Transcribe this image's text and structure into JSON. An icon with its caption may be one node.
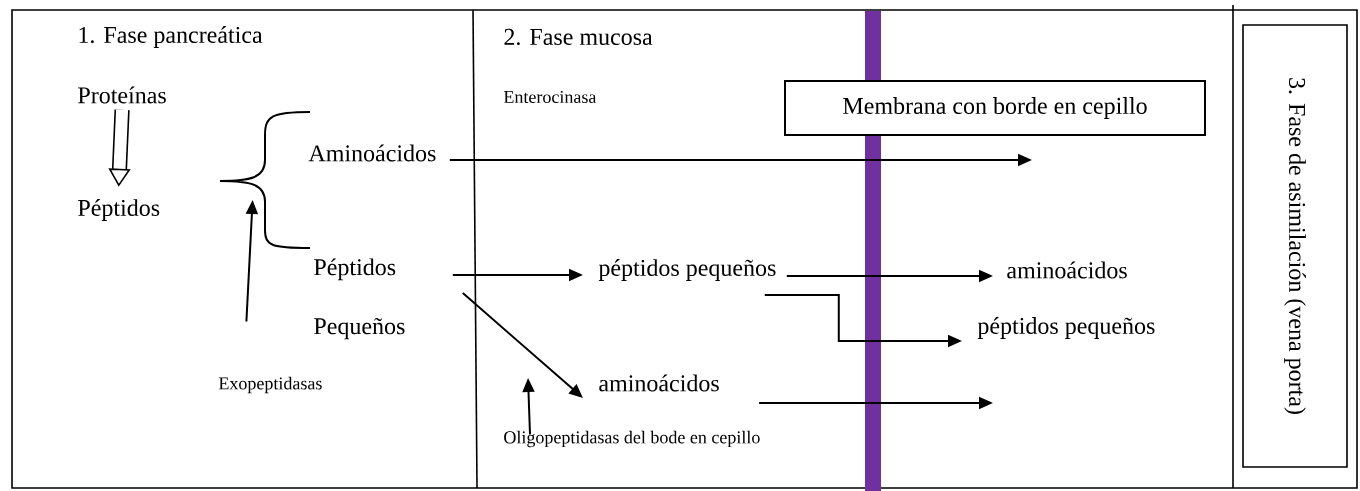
{
  "diagram": {
    "nodes": [
      {
        "text": [
          "Proteínas"
        ]
      },
      {
        "text": [
          "Péptidos"
        ]
      },
      {
        "text": [
          "Aminoácidos"
        ]
      },
      {
        "text": [
          "Péptidos Pequeños"
        ]
      },
      {
        "text": [
          "Exopeptidasas"
        ]
      },
      {
        "text": [
          "péptidos pequeños"
        ]
      },
      {
        "text": [
          "aminoácidos"
        ]
      },
      {
        "text": [
          "Oligopeptidasas del bode en cepillo"
        ]
      },
      {
        "text": [
          "Membrana con borde en cepillo"
        ]
      },
      {
        "text": [
          "aminoácidos"
        ]
      },
      {
        "text": [
          "péptidos pequeños"
        ]
      },
      {
        "text": [
          "3. Fase de asimilación (vena porta)"
        ]
      },
      {
        "text": [],
        "shape": "brace"
      },
      {
        "text": [],
        "shape": "bar"
      }
    ],
    "edges": [
      {
        "from": 0,
        "to": 1,
        "arrow": "to",
        "style": "thick"
      },
      {
        "from": 2,
        "to": null,
        "arrow": "to"
      },
      {
        "from": 3,
        "to": 5,
        "arrow": "to"
      },
      {
        "from": 3,
        "to": 6,
        "arrow": "to"
      },
      {
        "from": 5,
        "to": 9,
        "arrow": "to"
      },
      {
        "from": 5,
        "to": 10,
        "arrow": "to"
      },
      {
        "from": 6,
        "to": null,
        "arrow": "to"
      },
      {
        "from": 4,
        "to": 12,
        "arrow": "to"
      },
      {
        "from": 7,
        "to": null,
        "arrow": "to"
      }
    ],
    "labels": [
      "1. Fase pancreática",
      "2. Fase mucosa",
      "Enterocinasa"
    ]
  }
}
